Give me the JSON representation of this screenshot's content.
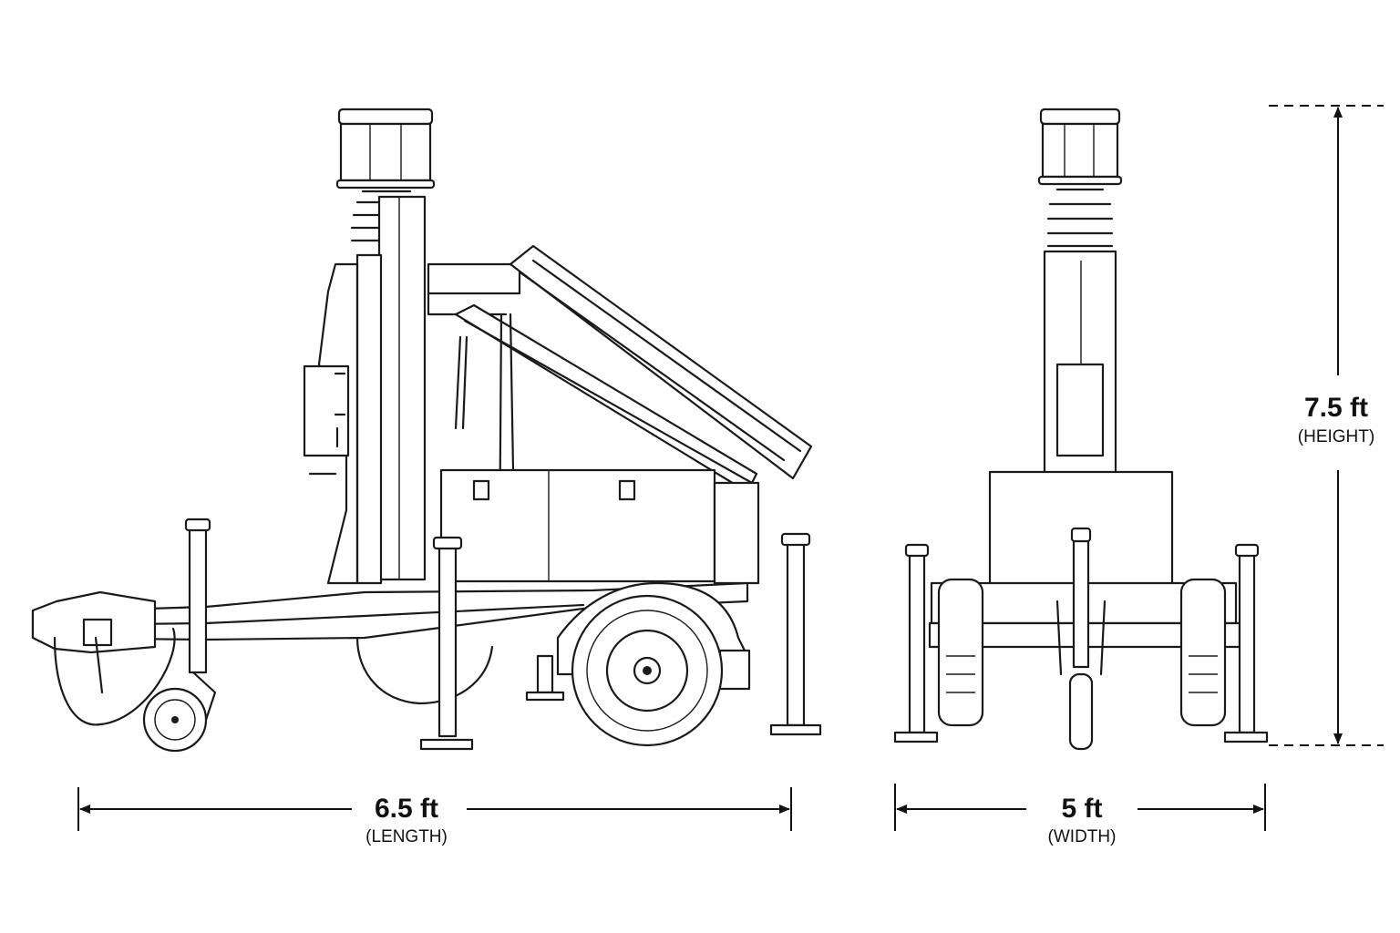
{
  "dimensions": {
    "length": {
      "value": "6.5 ft",
      "label": "(LENGTH)"
    },
    "width": {
      "value": "5 ft",
      "label": "(WIDTH)"
    },
    "height": {
      "value": "7.5 ft",
      "label": "(HEIGHT)"
    }
  },
  "views": {
    "side": {
      "icon": "light-tower-trailer-side-icon"
    },
    "rear": {
      "icon": "light-tower-trailer-rear-icon"
    }
  },
  "colors": {
    "line": "#1a1a1a",
    "background": "#ffffff"
  }
}
